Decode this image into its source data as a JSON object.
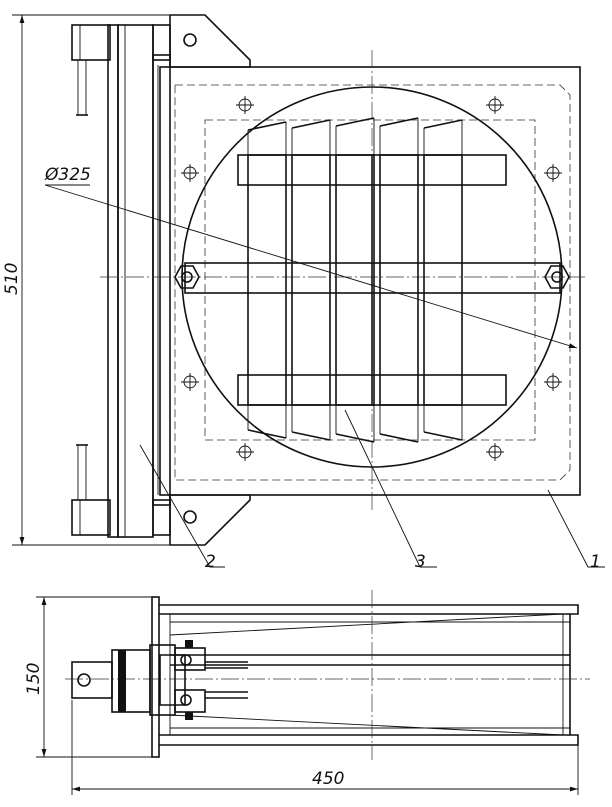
{
  "dimensions": {
    "height_top": "510",
    "diameter": "Ø325",
    "height_bottom": "150",
    "width_bottom": "450"
  },
  "callouts": {
    "part_1": "1",
    "part_2": "2",
    "part_3": "3"
  }
}
